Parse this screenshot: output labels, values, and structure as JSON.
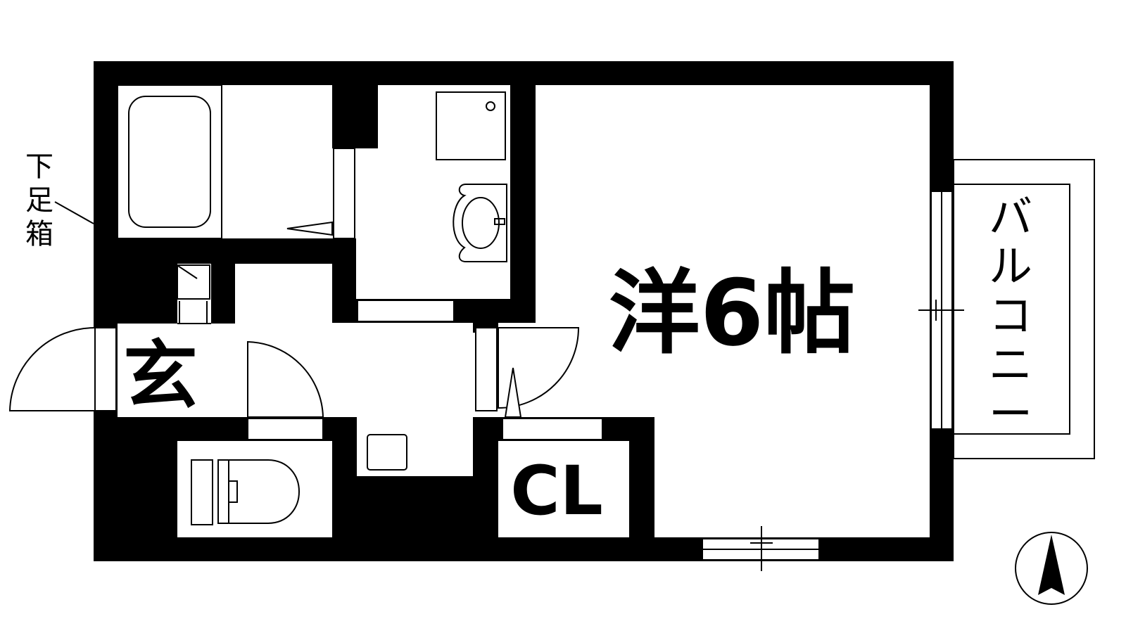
{
  "labels": {
    "room": "洋6帖",
    "entrance": "玄",
    "closet": "CL",
    "balcony": [
      "バ",
      "ル",
      "コ",
      "ニ",
      "ー"
    ],
    "shoe_box": [
      "下",
      "足",
      "箱"
    ]
  },
  "compass": {
    "direction": "north"
  },
  "colors": {
    "wall": "#000000",
    "line": "#000000",
    "background": "#ffffff"
  }
}
